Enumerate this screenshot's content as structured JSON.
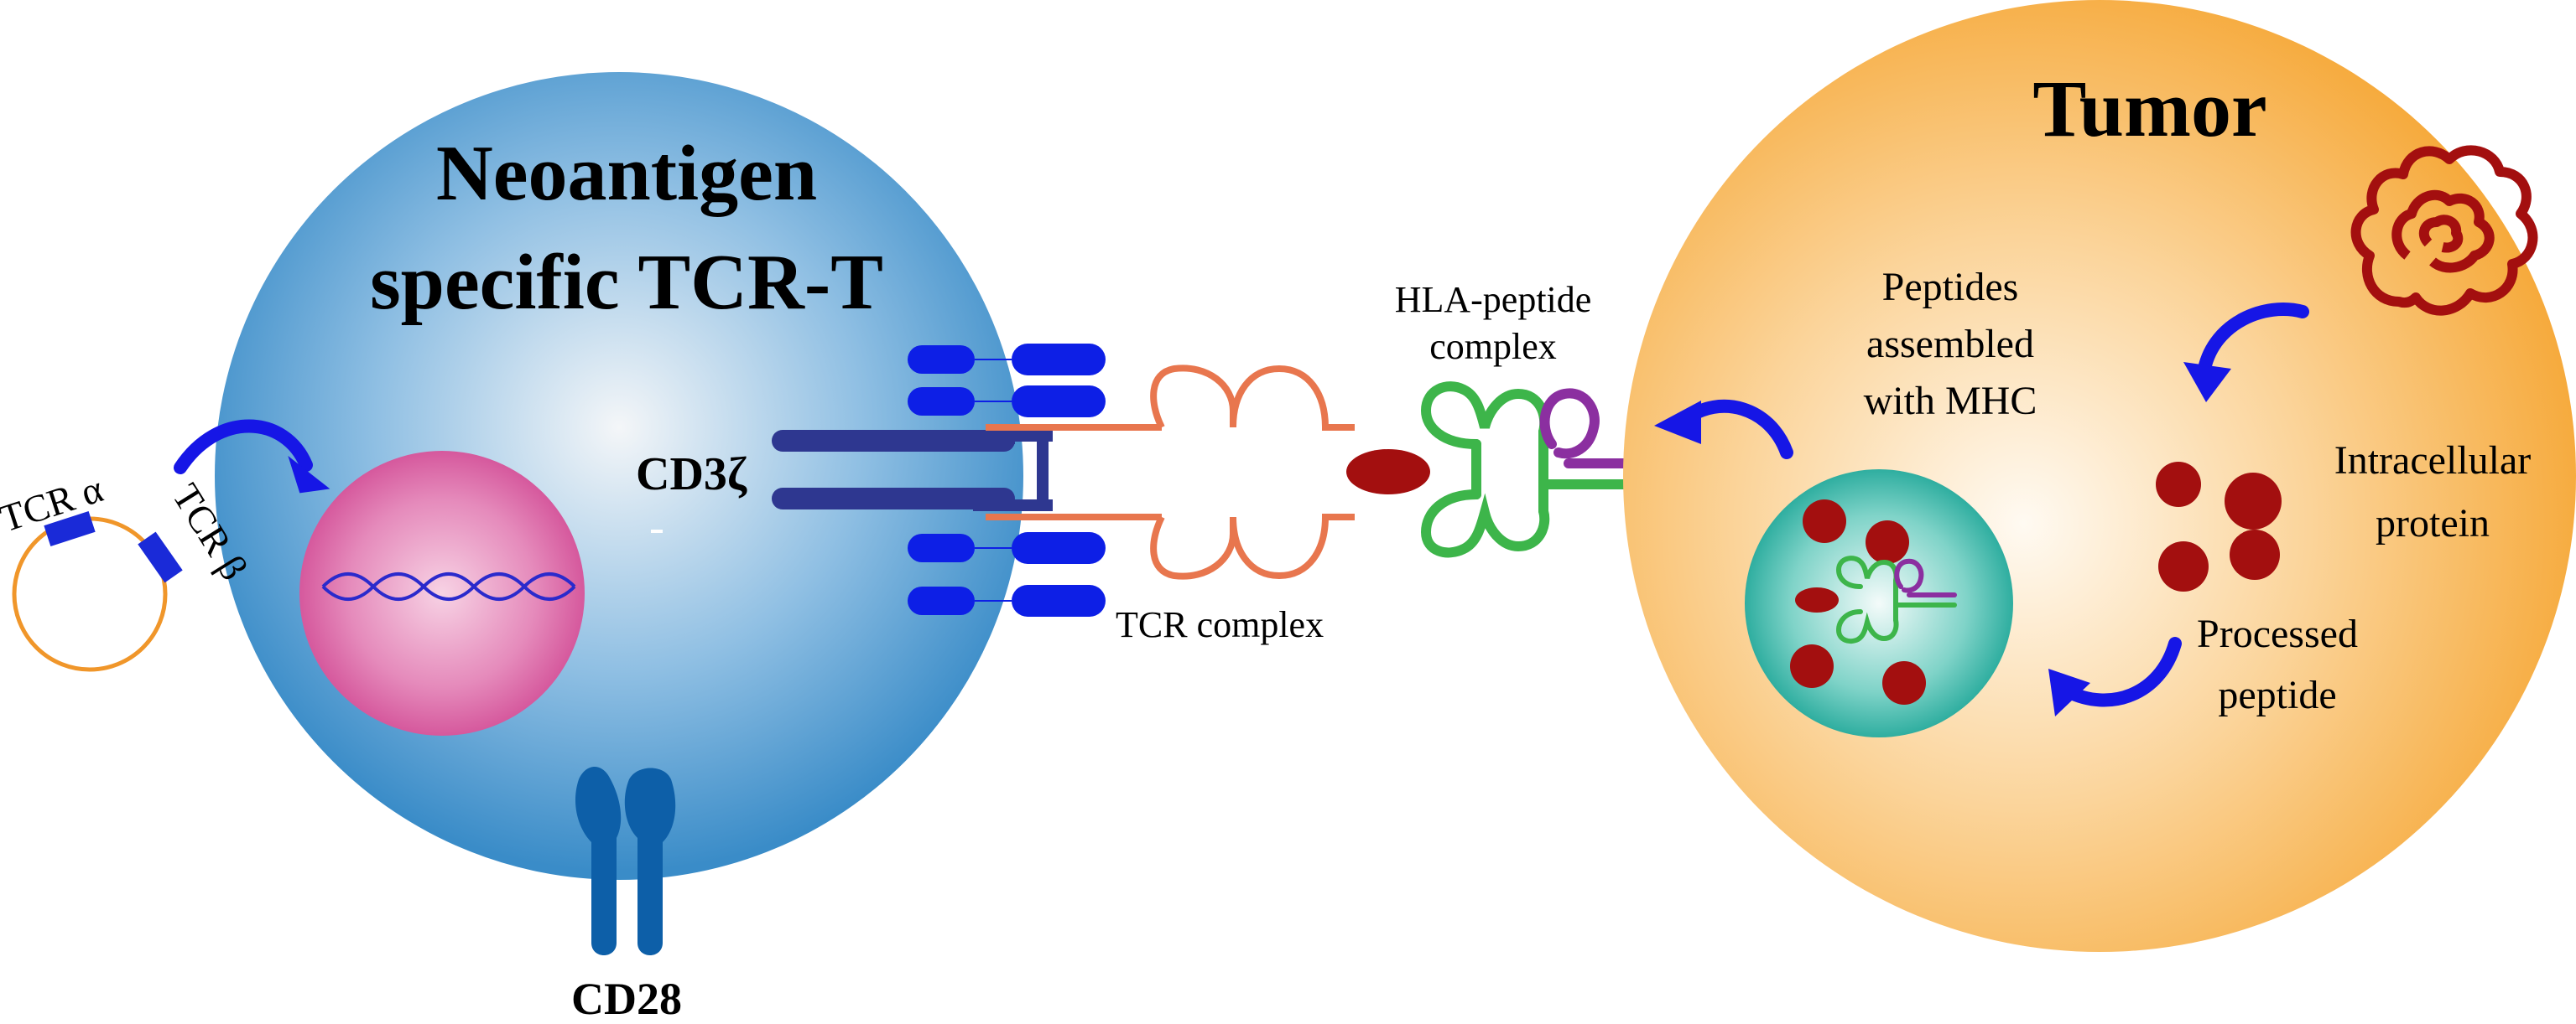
{
  "tcr_t_cell": {
    "title_line1": "Neoantigen",
    "title_line2": "specific TCR-T"
  },
  "tumor": {
    "title": "Tumor"
  },
  "labels": {
    "cd3z": "CD3ζ",
    "cd28": "CD28",
    "tcr_complex": "TCR complex",
    "hla_line1": "HLA-peptide",
    "hla_line2": "complex",
    "peptides_line1": "Peptides",
    "peptides_line2": "assembled",
    "peptides_line3": "with MHC",
    "intracellular_line1": "Intracellular",
    "intracellular_line2": "protein",
    "processed_line1": "Processed",
    "processed_line2": "peptide",
    "tcr_alpha": "TCR α",
    "tcr_beta": "TCR β"
  },
  "colors": {
    "tcell_edge": "#3a8cc8",
    "tcell_center": "#f4f6f8",
    "tumor_edge": "#f6a93a",
    "tumor_center": "#fffaf2",
    "nucleus_edge": "#d8559a",
    "nucleus_center": "#f5bfd8",
    "er_edge": "#1fa89a",
    "tcr_orange": "#e8764e",
    "hla_green": "#3db54a",
    "hla_purple": "#8b2fa0",
    "peptide_red": "#a30f0f",
    "arrow_blue": "#1616e6",
    "cd3_navy": "#2e3790",
    "cd28_blue": "#0d5fa8",
    "plasmid_orange": "#f0962a",
    "dna_blue": "#2a2acc"
  }
}
